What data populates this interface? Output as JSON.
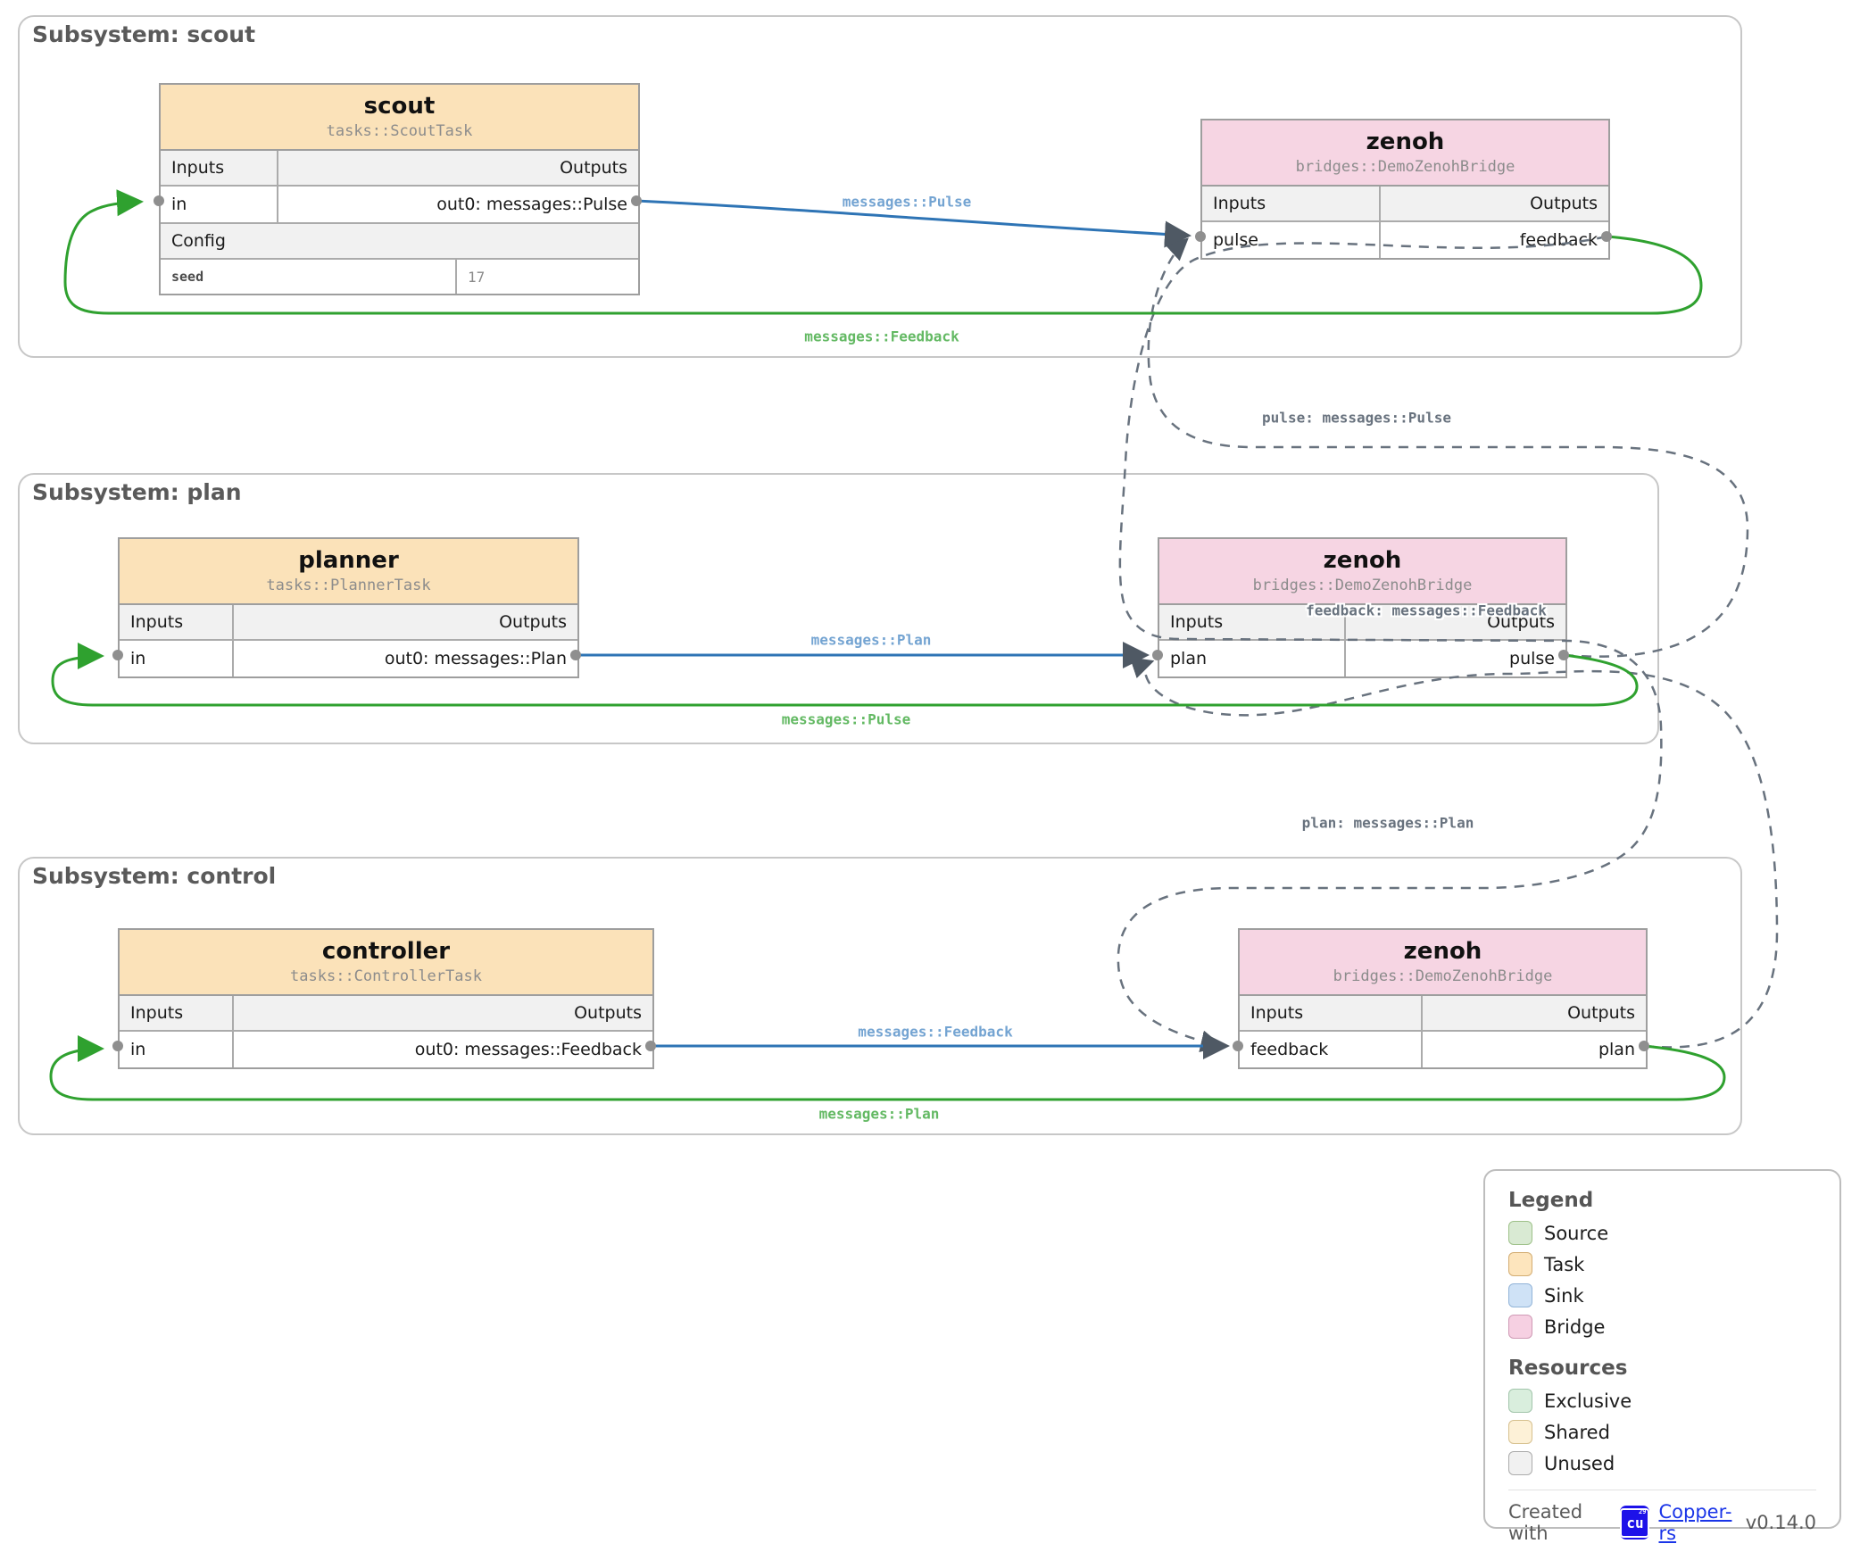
{
  "subsystems": [
    {
      "title": "Subsystem: scout",
      "task": {
        "title": "scout",
        "subtitle": "tasks::ScoutTask",
        "inputs_header": "Inputs",
        "outputs_header": "Outputs",
        "input": "in",
        "output": "out0: messages::Pulse",
        "config_header": "Config",
        "config": [
          {
            "key": "seed",
            "value": "17"
          }
        ]
      },
      "bridge": {
        "title": "zenoh",
        "subtitle": "bridges::DemoZenohBridge",
        "inputs_header": "Inputs",
        "outputs_header": "Outputs",
        "input": "pulse",
        "output": "feedback"
      },
      "edges": {
        "forward_label": "messages::Pulse",
        "loop_label": "messages::Feedback"
      }
    },
    {
      "title": "Subsystem: plan",
      "task": {
        "title": "planner",
        "subtitle": "tasks::PlannerTask",
        "inputs_header": "Inputs",
        "outputs_header": "Outputs",
        "input": "in",
        "output": "out0: messages::Plan"
      },
      "bridge": {
        "title": "zenoh",
        "subtitle": "bridges::DemoZenohBridge",
        "inputs_header": "Inputs",
        "outputs_header": "Outputs",
        "input": "plan",
        "output": "pulse"
      },
      "edges": {
        "forward_label": "messages::Plan",
        "loop_label": "messages::Pulse"
      }
    },
    {
      "title": "Subsystem: control",
      "task": {
        "title": "controller",
        "subtitle": "tasks::ControllerTask",
        "inputs_header": "Inputs",
        "outputs_header": "Outputs",
        "input": "in",
        "output": "out0: messages::Feedback",
        "config": []
      },
      "bridge": {
        "title": "zenoh",
        "subtitle": "bridges::DemoZenohBridge",
        "inputs_header": "Inputs",
        "outputs_header": "Outputs",
        "input": "feedback",
        "output": "plan"
      },
      "edges": {
        "forward_label": "messages::Feedback",
        "loop_label": "messages::Plan"
      }
    }
  ],
  "bridge_links": [
    {
      "label": "pulse: messages::Pulse"
    },
    {
      "label": "feedback: messages::Feedback"
    },
    {
      "label": "plan: messages::Plan"
    }
  ],
  "legend": {
    "title": "Legend",
    "items": [
      {
        "label": "Source",
        "color": "#d9ead3"
      },
      {
        "label": "Task",
        "color": "#fde5bd"
      },
      {
        "label": "Sink",
        "color": "#cfe2f6"
      },
      {
        "label": "Bridge",
        "color": "#f6d0e2"
      }
    ],
    "resources_title": "Resources",
    "resources": [
      {
        "label": "Exclusive",
        "color": "#d9eedd"
      },
      {
        "label": "Shared",
        "color": "#fdf1d7"
      },
      {
        "label": "Unused",
        "color": "#f1f1f1"
      }
    ],
    "footer": {
      "created_with": "Created with",
      "logo_text": "cu",
      "logo_sup": "29",
      "link_label": "Copper-rs",
      "version": "v0.14.0"
    }
  },
  "colors": {
    "task_header": "#fbe2b9",
    "bridge_header": "#f6d5e3",
    "forward_edge": "#2e74b5",
    "loop_edge": "#2fa12f",
    "bridge_link_edge": "#68727e",
    "container_border": "#c7c7c7",
    "link_blue": "#1a35e8"
  }
}
